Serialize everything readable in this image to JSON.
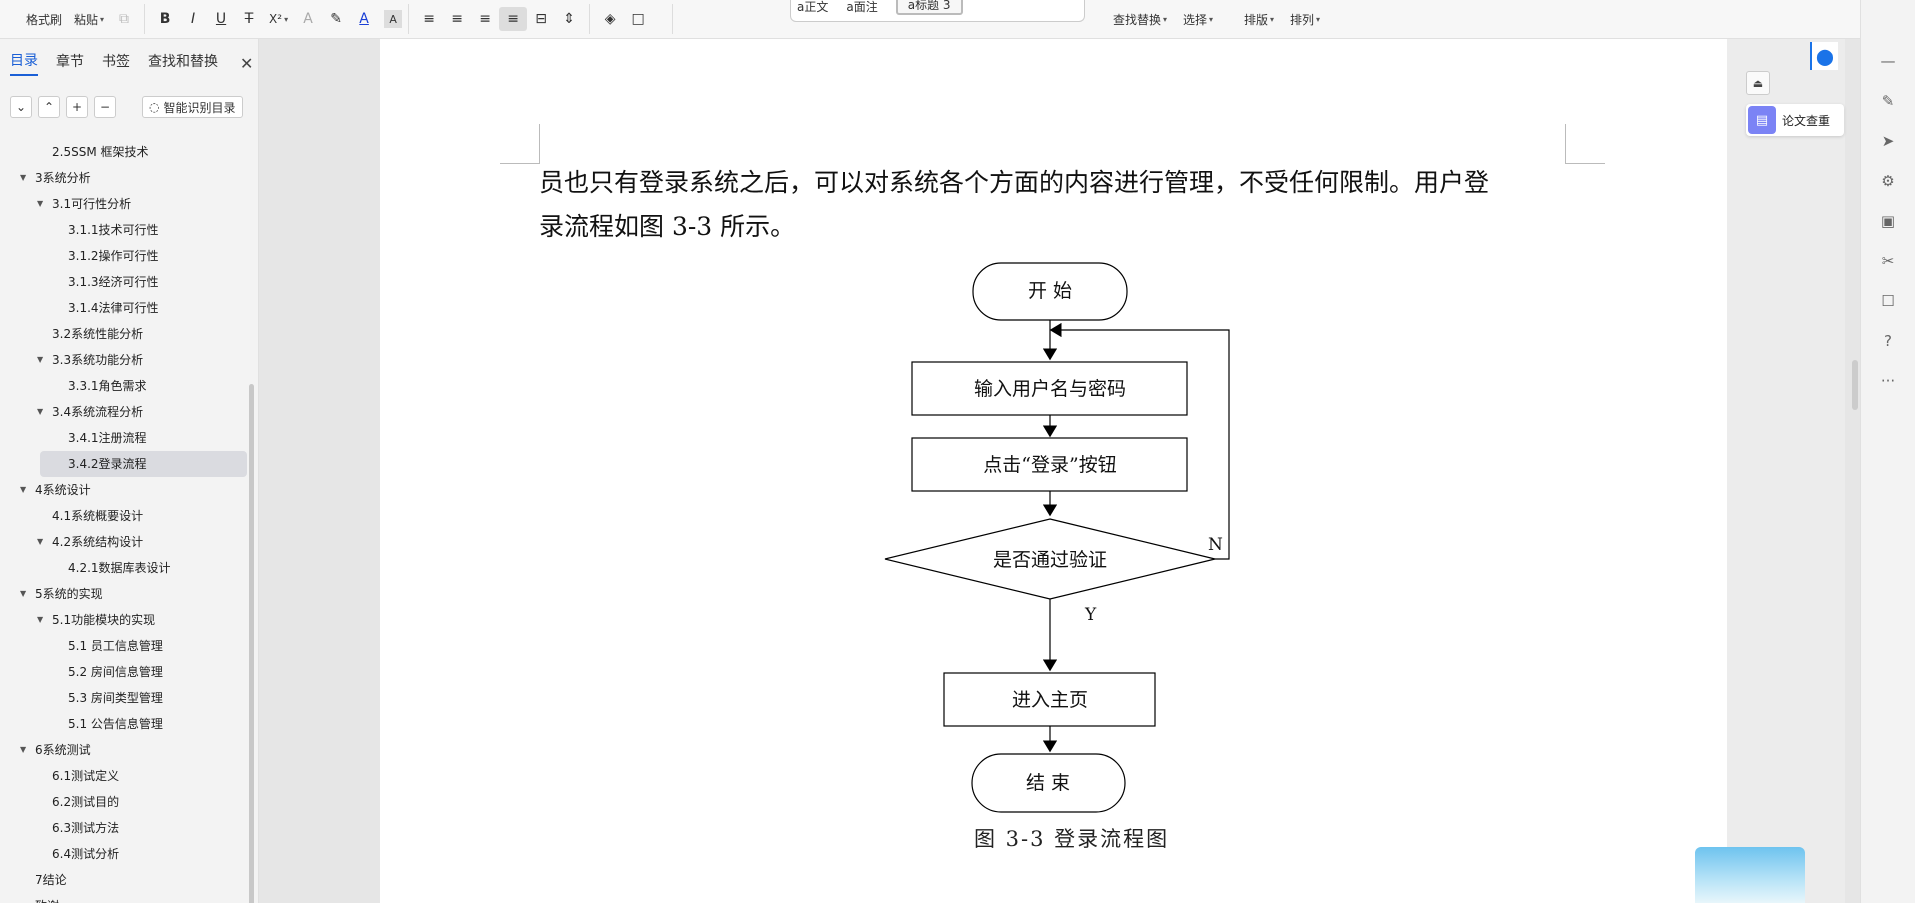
{
  "toolbar": {
    "format_painter": "格式刷",
    "paste": "粘贴",
    "superscript": "X²",
    "styles": [
      "a正文",
      "a面注",
      "a标题 3"
    ],
    "find_replace": "查找替换",
    "select": "选择",
    "layout": "排版",
    "arrange": "排列"
  },
  "nav": {
    "tabs": [
      "目录",
      "章节",
      "书签",
      "查找和替换"
    ],
    "active_tab": "目录",
    "smart_toc": "智能识别目录",
    "items": [
      {
        "label": "2.5SSM 框架技术",
        "level": 2,
        "expand": false
      },
      {
        "label": "3系统分析",
        "level": 1,
        "expand": true
      },
      {
        "label": "3.1可行性分析",
        "level": 2,
        "expand": true
      },
      {
        "label": "3.1.1技术可行性",
        "level": 3,
        "expand": false
      },
      {
        "label": "3.1.2操作可行性",
        "level": 3,
        "expand": false
      },
      {
        "label": "3.1.3经济可行性",
        "level": 3,
        "expand": false
      },
      {
        "label": "3.1.4法律可行性",
        "level": 3,
        "expand": false
      },
      {
        "label": "3.2系统性能分析",
        "level": 2,
        "expand": false
      },
      {
        "label": "3.3系统功能分析",
        "level": 2,
        "expand": true
      },
      {
        "label": "3.3.1角色需求",
        "level": 3,
        "expand": false
      },
      {
        "label": "3.4系统流程分析",
        "level": 2,
        "expand": true
      },
      {
        "label": "3.4.1注册流程",
        "level": 3,
        "expand": false
      },
      {
        "label": "3.4.2登录流程",
        "level": 3,
        "expand": false,
        "active": true
      },
      {
        "label": "4系统设计",
        "level": 1,
        "expand": true
      },
      {
        "label": "4.1系统概要设计",
        "level": 2,
        "expand": false
      },
      {
        "label": "4.2系统结构设计",
        "level": 2,
        "expand": true
      },
      {
        "label": "4.2.1数据库表设计",
        "level": 3,
        "expand": false
      },
      {
        "label": "5系统的实现",
        "level": 1,
        "expand": true
      },
      {
        "label": "5.1功能模块的实现",
        "level": 2,
        "expand": true
      },
      {
        "label": "5.1 员工信息管理",
        "level": 3,
        "expand": false
      },
      {
        "label": "5.2  房间信息管理",
        "level": 3,
        "expand": false
      },
      {
        "label": "5.3 房间类型管理",
        "level": 3,
        "expand": false
      },
      {
        "label": "5.1 公告信息管理",
        "level": 3,
        "expand": false
      },
      {
        "label": "6系统测试",
        "level": 1,
        "expand": true
      },
      {
        "label": "6.1测试定义",
        "level": 2,
        "expand": false
      },
      {
        "label": "6.2测试目的",
        "level": 2,
        "expand": false
      },
      {
        "label": "6.3测试方法",
        "level": 2,
        "expand": false
      },
      {
        "label": "6.4测试分析",
        "level": 2,
        "expand": false
      },
      {
        "label": "7结论",
        "level": 1,
        "expand": false
      },
      {
        "label": "致谢",
        "level": 1,
        "expand": false
      }
    ]
  },
  "document": {
    "paragraph_line1": "员也只有登录系统之后，可以对系统各个方面的内容进行管理，不受任何限制。用户登",
    "paragraph_line2": "录流程如图 3-3 所示。",
    "flow": {
      "start": "开 始",
      "input": "输入用户名与密码",
      "click": "点击“登录”按钮",
      "decision": "是否通过验证",
      "home": "进入主页",
      "end": "结 束",
      "no": "N",
      "yes": "Y"
    },
    "caption": "图 3-3   登录流程图"
  },
  "right": {
    "paper_check": "论文查重"
  }
}
